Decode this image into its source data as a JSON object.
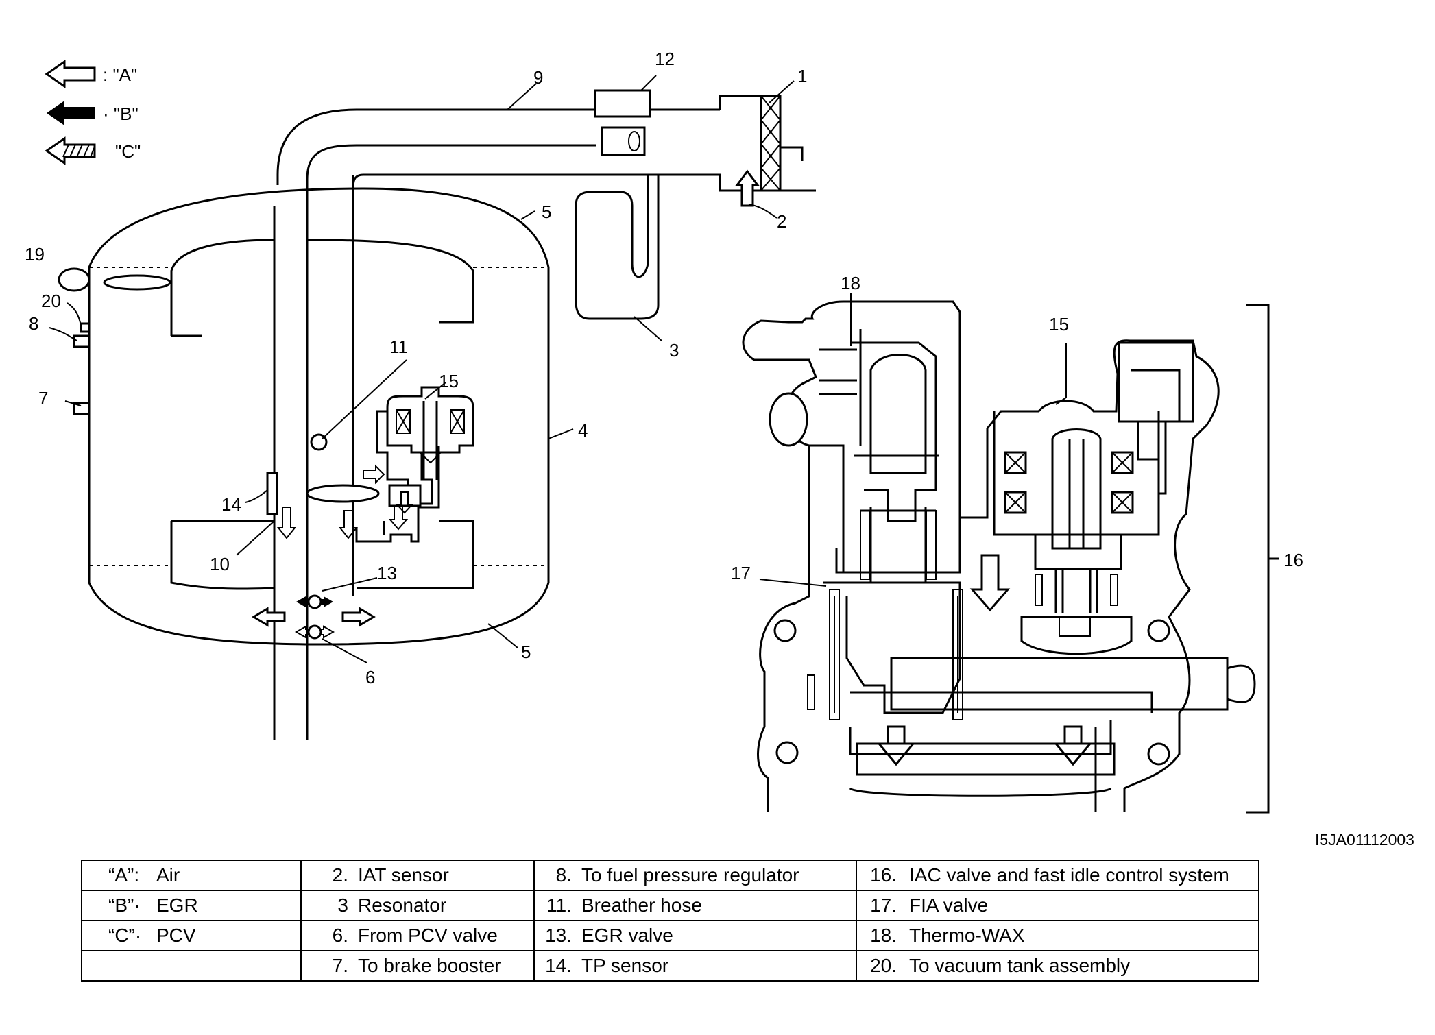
{
  "image_code": "I5JA01112003",
  "legend_arrows": [
    {
      "key": "A",
      "label": ": \"A\""
    },
    {
      "key": "B",
      "label": "· \"B\""
    },
    {
      "key": "C",
      "label": "\"C\""
    }
  ],
  "callouts": [
    "1",
    "2",
    "3",
    "4",
    "5",
    "5",
    "6",
    "7",
    "8",
    "9",
    "10",
    "11",
    "12",
    "13",
    "14",
    "15",
    "15",
    "16",
    "17",
    "18",
    "19",
    "20"
  ],
  "legend_table": {
    "columns": [
      [
        {
          "num": "“A”:",
          "text": "Air"
        },
        {
          "num": "“B”·",
          "text": "EGR"
        },
        {
          "num": "“C”·",
          "text": "PCV"
        },
        {
          "num": "",
          "text": ""
        }
      ],
      [
        {
          "num": "2.",
          "text": "IAT sensor"
        },
        {
          "num": "3",
          "text": "Resonator"
        },
        {
          "num": "6.",
          "text": "From PCV valve"
        },
        {
          "num": "7.",
          "text": "To brake booster"
        }
      ],
      [
        {
          "num": "8.",
          "text": "To fuel pressure regulator"
        },
        {
          "num": "11.",
          "text": "Breather hose"
        },
        {
          "num": "13.",
          "text": "EGR valve"
        },
        {
          "num": "14.",
          "text": "TP sensor"
        }
      ],
      [
        {
          "num": "16.",
          "text": "IAC valve and fast idle control system"
        },
        {
          "num": "17.",
          "text": "FIA valve"
        },
        {
          "num": "18.",
          "text": "Thermo-WAX"
        },
        {
          "num": "20.",
          "text": "To vacuum tank assembly"
        }
      ]
    ]
  }
}
